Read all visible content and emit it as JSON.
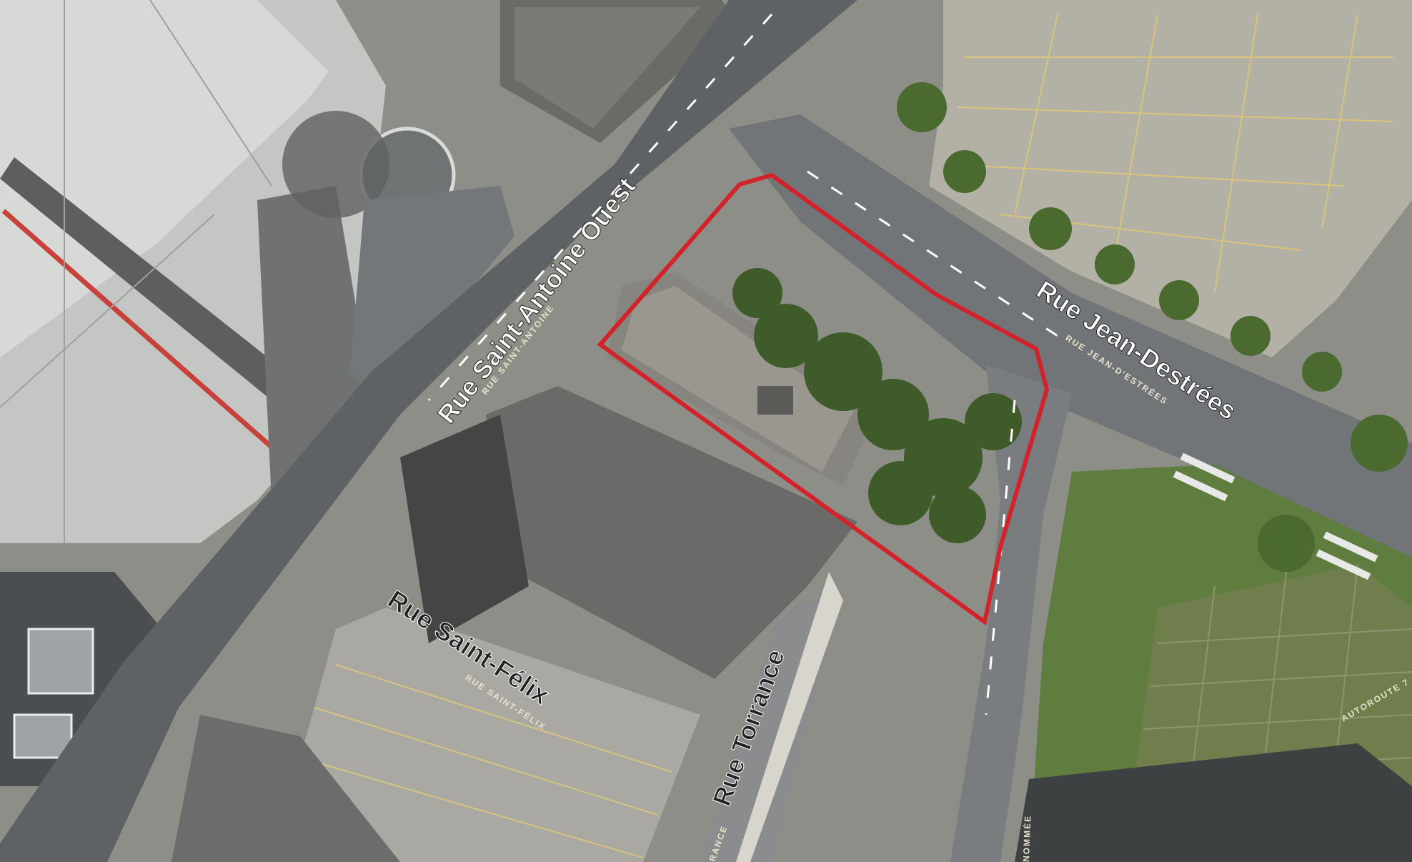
{
  "streets": {
    "saint_antoine": {
      "label": "Rue Saint-Antoine Ouest",
      "tag": "RUE SAINT-ANTOINE"
    },
    "jean_destrees": {
      "label": "Rue Jean-Destrées",
      "tag": "RUE JEAN-D'ESTRÉES"
    },
    "saint_felix": {
      "label": "Rue Saint-Félix",
      "tag": "RUE SAINT-FÉLIX"
    },
    "torrance": {
      "label": "Rue Torrance",
      "tag": "RANCE"
    },
    "autoroute": {
      "tag": "AUTOROUTE 7"
    },
    "nommee": {
      "tag": "NOMMÉE"
    }
  },
  "colors": {
    "site_outline": "#d2232a",
    "label_white": "#ffffff",
    "label_dark": "#222222",
    "small_label": "#e8e2cc"
  }
}
